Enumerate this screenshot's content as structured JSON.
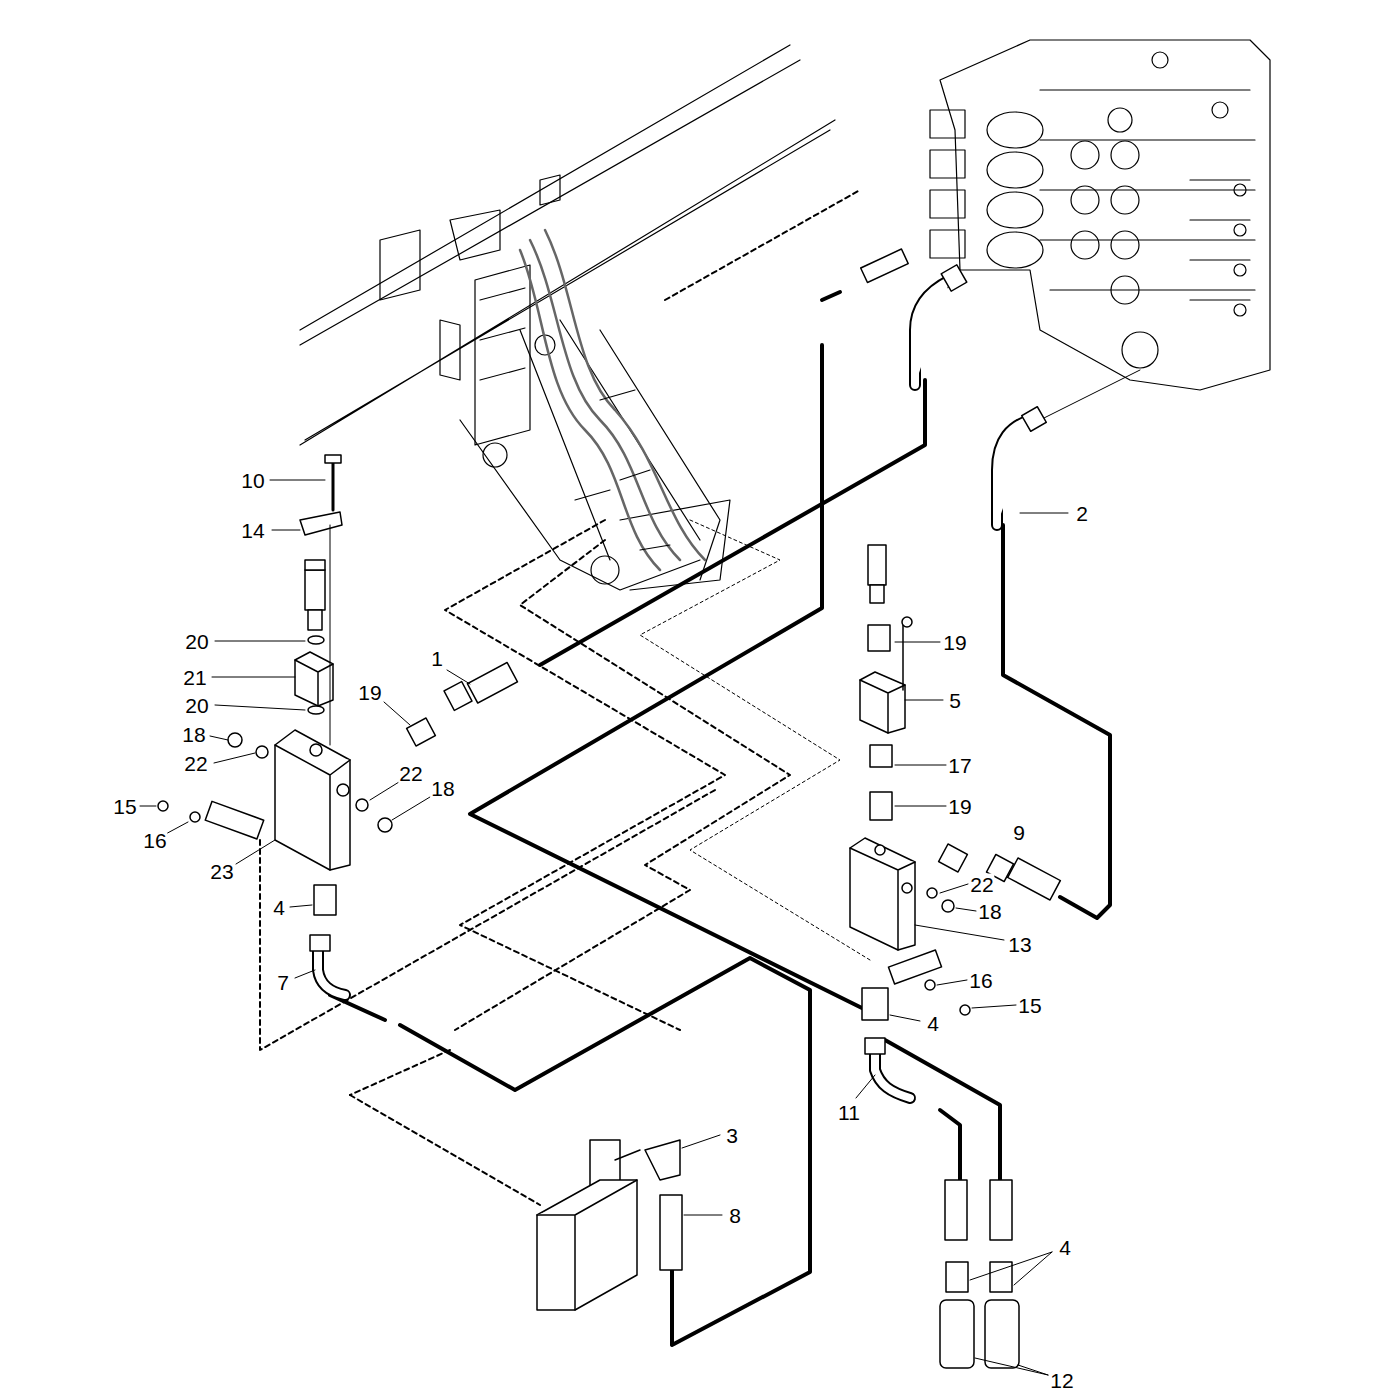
{
  "diagram": {
    "labels": [
      "10",
      "14",
      "2",
      "20",
      "19",
      "1",
      "21",
      "19",
      "5",
      "20",
      "18",
      "22",
      "17",
      "22",
      "18",
      "15",
      "19",
      "9",
      "16",
      "23",
      "22",
      "4",
      "18",
      "13",
      "7",
      "16",
      "15",
      "4",
      "11",
      "3",
      "8",
      "4",
      "12"
    ]
  }
}
